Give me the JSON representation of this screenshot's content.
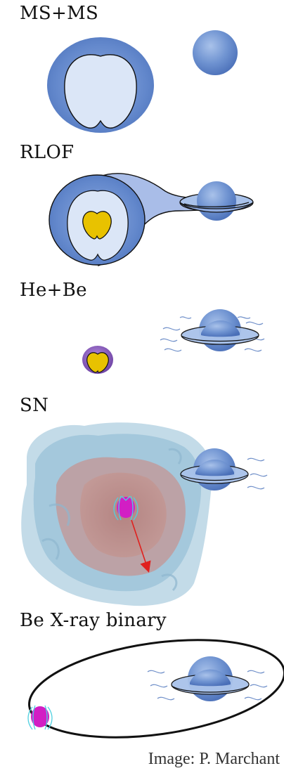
{
  "stages": [
    {
      "id": "ms-ms",
      "title": "MS+MS"
    },
    {
      "id": "rlof",
      "title": "RLOF"
    },
    {
      "id": "he-be",
      "title": "He+Be"
    },
    {
      "id": "sn",
      "title": "SN"
    },
    {
      "id": "be-xrb",
      "title": "Be X-ray binary"
    }
  ],
  "credit": "Image: P. Marchant",
  "colors": {
    "star_blue": "#5b82c6",
    "star_light": "#dbe6f7",
    "helium_core": "#e8c200",
    "helium_envelope": "#7d4fb0",
    "neutron_star": "#d21ec4",
    "remnant_blue": "#9cc3d8",
    "remnant_red": "#b98080",
    "kick_arrow": "#e0201e"
  },
  "icons": [
    "pulsar-icon",
    "be-star-disk-icon"
  ]
}
